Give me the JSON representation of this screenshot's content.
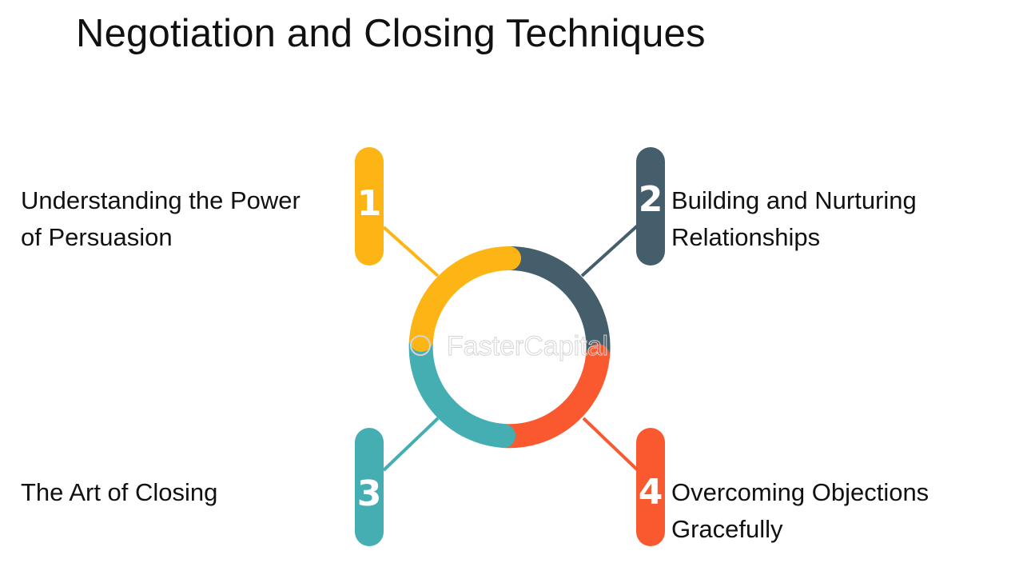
{
  "title": "Negotiation and Closing Techniques",
  "watermark": "FasterCapital",
  "steps": [
    {
      "number": "1",
      "lines": [
        "Understanding the Power",
        "of Persuasion"
      ],
      "color": "#FDB515"
    },
    {
      "number": "2",
      "lines": [
        "Building and Nurturing",
        "Relationships"
      ],
      "color": "#455E6C"
    },
    {
      "number": "3",
      "lines": [
        "The Art of Closing"
      ],
      "color": "#44AEB3"
    },
    {
      "number": "4",
      "lines": [
        "Overcoming Objections",
        "Gracefully"
      ],
      "color": "#FA592F"
    }
  ]
}
